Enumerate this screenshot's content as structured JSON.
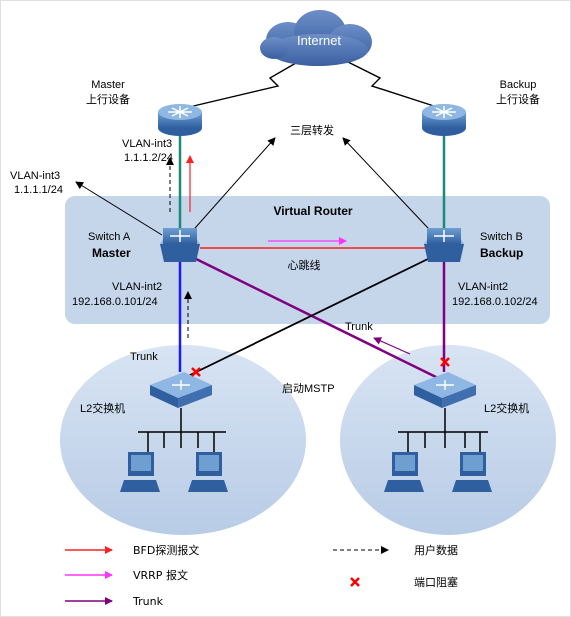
{
  "cloud": {
    "label": "Internet"
  },
  "routers": {
    "master": {
      "role": "Master",
      "desc": "上行设备",
      "vlan": "VLAN-int3",
      "ip": "1.1.1.2/24"
    },
    "backup": {
      "role": "Backup",
      "desc": "上行设备"
    }
  },
  "switch_a_uplink": {
    "vlan": "VLAN-int3",
    "ip": "1.1.1.1/24"
  },
  "layer3_label": "三层转发",
  "virtual_router": {
    "title": "Virtual Router",
    "heartbeat": "心跳线",
    "switch_a": {
      "name": "Switch A",
      "role": "Master",
      "vlan": "VLAN-int2",
      "ip": "192.168.0.101/24"
    },
    "switch_b": {
      "name": "Switch B",
      "role": "Backup",
      "vlan": "VLAN-int2",
      "ip": "192.168.0.102/24"
    }
  },
  "trunk_left": "Trunk",
  "trunk_right": "Trunk",
  "mstp": "启动MSTP",
  "l2_left": "L2交换机",
  "l2_right": "L2交换机",
  "legend": {
    "bfd": "BFD探测报文",
    "vrrp": "VRRP 报文",
    "trunk": "Trunk",
    "user_data": "用户数据",
    "port_block": "端口阻塞"
  },
  "colors": {
    "bfd": "#ff2020",
    "vrrp": "#ff33ff",
    "trunk": "#800080",
    "blue_link": "#1a1aff",
    "teal_link": "#1a8a7a",
    "block": "#ff0000",
    "vr_box": "#c5d5ea",
    "lan_ellipse": "#c5d5ea"
  },
  "icons": [
    "router-icon",
    "l3-switch-icon",
    "l2-switch-icon",
    "pc-icon",
    "cloud-icon",
    "block-x-icon"
  ]
}
